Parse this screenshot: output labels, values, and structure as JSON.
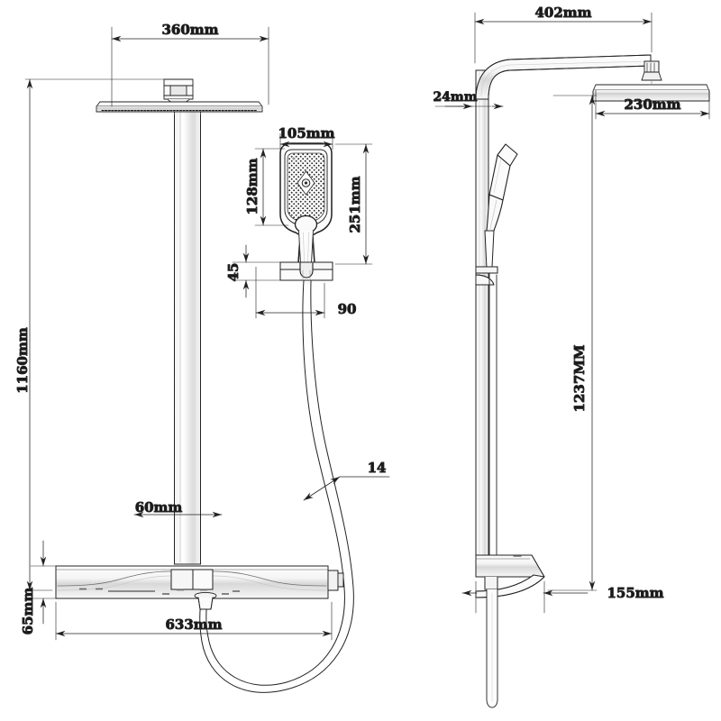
{
  "drawing": {
    "type": "technical-dimension-drawing",
    "subject": "Thermostatic shower column with overhead rain head and hand shower",
    "units": "mm",
    "line_color": "#222222",
    "text_color": "#1a1a1a",
    "background": "#ffffff",
    "views": [
      {
        "name": "front-elevation",
        "position": "left"
      },
      {
        "name": "side-elevation",
        "position": "right"
      }
    ]
  },
  "dimensions": {
    "front": {
      "head_width": "360mm",
      "overall_height": "1160mm",
      "riser_width": "60mm",
      "valve_bar_width": "633mm",
      "valve_bar_height": "65mm",
      "hand_shower_width": "105mm",
      "hand_shower_head_height": "128mm",
      "hand_shower_total_length": "251mm",
      "holder_height": "45",
      "holder_width": "90",
      "hose_diameter": "14"
    },
    "side": {
      "arm_reach": "402mm",
      "riser_depth": "24mm",
      "head_depth": "230mm",
      "riser_height": "1237MM",
      "valve_projection": "155mm"
    }
  },
  "labels": [
    {
      "id": "d-360",
      "text": "360mm",
      "orient": "horizontal"
    },
    {
      "id": "d-1160",
      "text": "1160mm",
      "orient": "vertical"
    },
    {
      "id": "d-105",
      "text": "105mm",
      "orient": "horizontal"
    },
    {
      "id": "d-128",
      "text": "128mm",
      "orient": "vertical"
    },
    {
      "id": "d-251",
      "text": "251mm",
      "orient": "vertical"
    },
    {
      "id": "d-45",
      "text": "45",
      "orient": "vertical"
    },
    {
      "id": "d-90",
      "text": "90",
      "orient": "horizontal"
    },
    {
      "id": "d-60",
      "text": "60mm",
      "orient": "horizontal"
    },
    {
      "id": "d-14",
      "text": "14",
      "orient": "leader"
    },
    {
      "id": "d-633",
      "text": "633mm",
      "orient": "horizontal"
    },
    {
      "id": "d-65",
      "text": "65mm",
      "orient": "vertical"
    },
    {
      "id": "d-402",
      "text": "402mm",
      "orient": "horizontal"
    },
    {
      "id": "d-24",
      "text": "24mm",
      "orient": "horizontal"
    },
    {
      "id": "d-230",
      "text": "230mm",
      "orient": "horizontal"
    },
    {
      "id": "d-1237",
      "text": "1237MM",
      "orient": "vertical"
    },
    {
      "id": "d-155",
      "text": "155mm",
      "orient": "horizontal"
    }
  ]
}
